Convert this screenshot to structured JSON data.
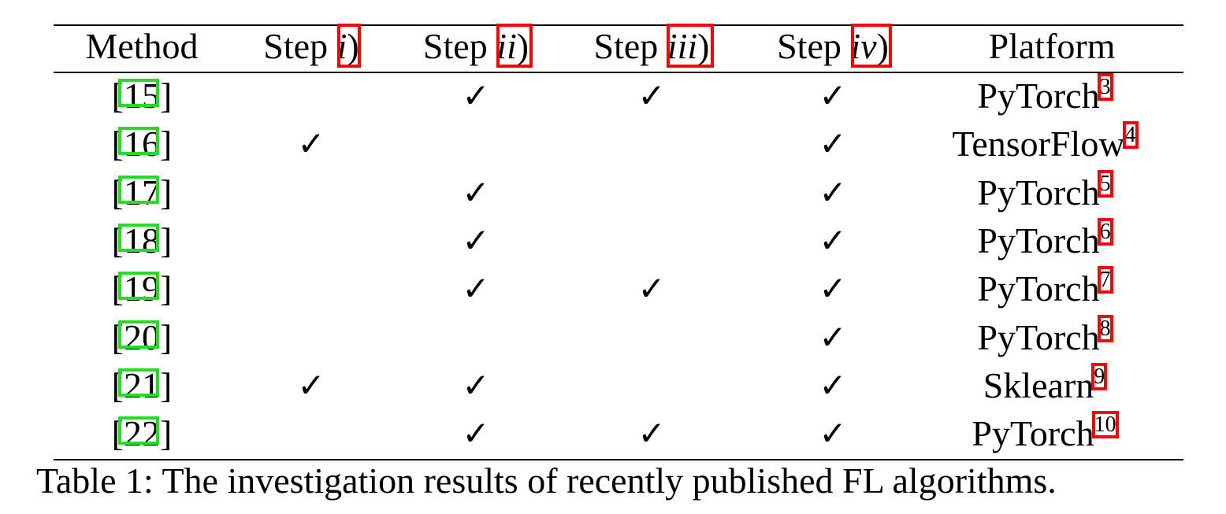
{
  "table": {
    "headers": {
      "method": "Method",
      "step_word": "Step",
      "step_i": "i",
      "step_ii": "ii",
      "step_iii": "iii",
      "step_iv": "iv",
      "close_paren": ")",
      "platform": "Platform"
    },
    "check_symbol": "✓",
    "rows": [
      {
        "ref": "15",
        "platform": "PyTorch",
        "footnote": "3",
        "step_i": false,
        "step_ii": true,
        "step_iii": true,
        "step_iv": true
      },
      {
        "ref": "16",
        "platform": "TensorFlow",
        "footnote": "4",
        "step_i": true,
        "step_ii": false,
        "step_iii": false,
        "step_iv": true
      },
      {
        "ref": "17",
        "platform": "PyTorch",
        "footnote": "5",
        "step_i": false,
        "step_ii": true,
        "step_iii": false,
        "step_iv": true
      },
      {
        "ref": "18",
        "platform": "PyTorch",
        "footnote": "6",
        "step_i": false,
        "step_ii": true,
        "step_iii": false,
        "step_iv": true
      },
      {
        "ref": "19",
        "platform": "PyTorch",
        "footnote": "7",
        "step_i": false,
        "step_ii": true,
        "step_iii": true,
        "step_iv": true
      },
      {
        "ref": "20",
        "platform": "PyTorch",
        "footnote": "8",
        "step_i": false,
        "step_ii": false,
        "step_iii": false,
        "step_iv": true
      },
      {
        "ref": "21",
        "platform": "Sklearn",
        "footnote": "9",
        "step_i": true,
        "step_ii": true,
        "step_iii": false,
        "step_iv": true
      },
      {
        "ref": "22",
        "platform": "PyTorch",
        "footnote": "10",
        "step_i": false,
        "step_ii": true,
        "step_iii": true,
        "step_iv": true
      }
    ]
  },
  "caption": "Table 1: The investigation results of recently published FL algorithms.",
  "colors": {
    "highlight_red": "#ff0000",
    "highlight_green": "#22dd22"
  }
}
